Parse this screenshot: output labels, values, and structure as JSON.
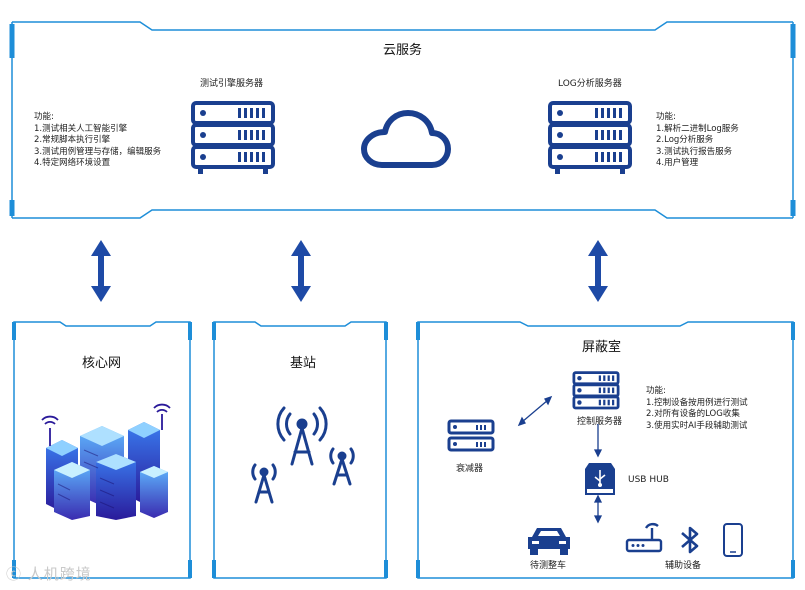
{
  "cloud": {
    "title": "云服务",
    "test_server_label": "测试引擎服务器",
    "log_server_label": "LOG分析服务器",
    "left_functions": [
      "功能:",
      "1.测试相关人工智能引擎",
      "2.常规脚本执行引擎",
      "3.测试用例管理与存储，编辑服务",
      "4.特定网络环境设置"
    ],
    "right_functions": [
      "功能:",
      "1.解析二进制Log服务",
      "2.Log分析服务",
      "3.测试执行报告服务",
      "4.用户管理"
    ]
  },
  "core": {
    "title": "核心网"
  },
  "station": {
    "title": "基站"
  },
  "shield": {
    "title": "屏蔽室",
    "control_server_label": "控制服务器",
    "attenuator_label": "衰减器",
    "usb_hub_label": "USB HUB",
    "dut_car_label": "待测整车",
    "aux_label": "辅助设备",
    "functions": [
      "功能:",
      "1.控制设备按用例进行测试",
      "2.对所有设备的LOG收集",
      "3.使用实时AI手段辅助测试"
    ]
  },
  "watermark": {
    "text": "人机跨境"
  },
  "colors": {
    "frame": "#1e8ed8",
    "icon": "#1a3f8f",
    "arrow": "#1e4aa6"
  }
}
